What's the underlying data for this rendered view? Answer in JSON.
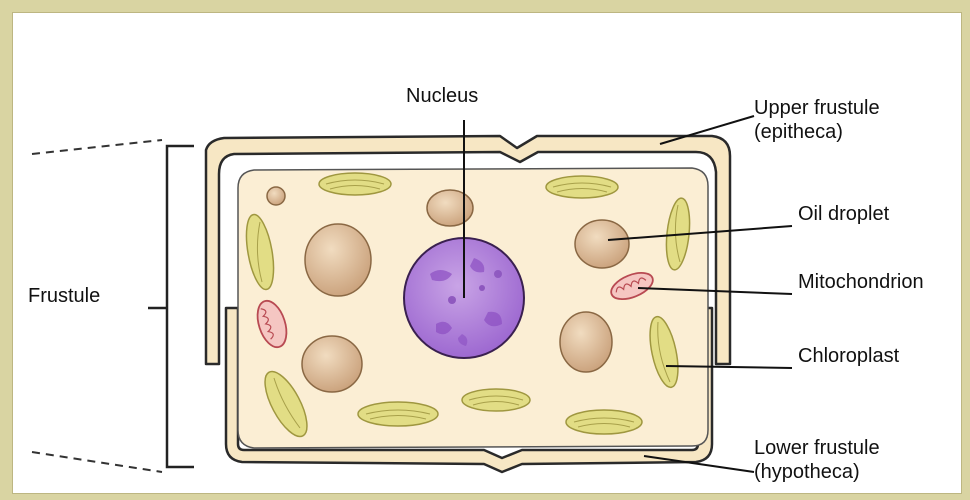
{
  "labels": {
    "nucleus": "Nucleus",
    "upper_frustule_line1": "Upper frustule",
    "upper_frustule_line2": "(epitheca)",
    "oil_droplet": "Oil droplet",
    "mitochondrion": "Mitochondrion",
    "chloroplast": "Chloroplast",
    "lower_frustule_line1": "Lower frustule",
    "lower_frustule_line2": "(hypotheca)",
    "frustule": "Frustule"
  },
  "colors": {
    "frame_border": "#d9d4a2",
    "cell_fill": "#fbeed4",
    "wall_fill": "#f7e7c4",
    "outline": "#2a2a2a",
    "chloroplast_fill": "#e2dd85",
    "chloroplast_stroke": "#9f9740",
    "oil_droplet_fill": "#d8b892",
    "nucleus_fill": "#b388d8",
    "nucleus_spot": "#8b4fc2",
    "mitochondrion_fill": "#f5c6c2",
    "mitochondrion_stroke": "#b84a52"
  }
}
